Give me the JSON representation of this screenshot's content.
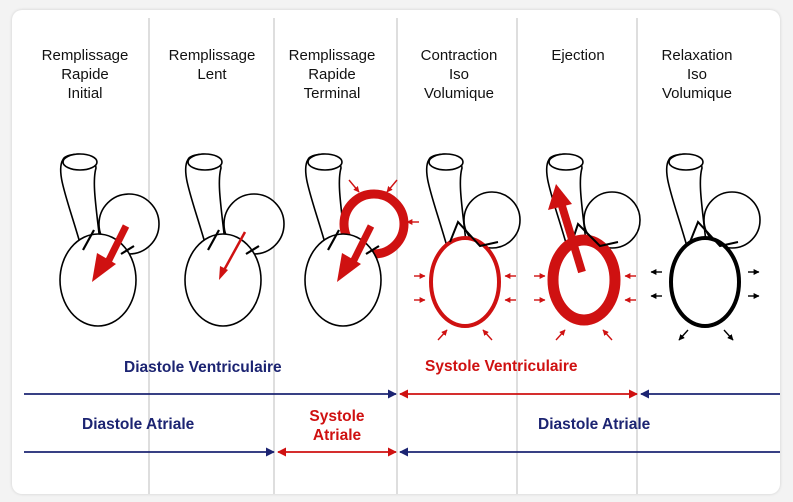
{
  "phases": [
    {
      "lines": [
        "Remplissage",
        "Rapide",
        "Initial"
      ]
    },
    {
      "lines": [
        "Remplissage",
        "Lent"
      ]
    },
    {
      "lines": [
        "Remplissage",
        "Rapide",
        "Terminal"
      ]
    },
    {
      "lines": [
        "Contraction",
        "Iso",
        "Volumique"
      ]
    },
    {
      "lines": [
        "Ejection"
      ]
    },
    {
      "lines": [
        "Relaxation",
        "Iso",
        "Volumique"
      ]
    }
  ],
  "ventricular": {
    "diastole": "Diastole Ventriculaire",
    "systole": "Systole Ventriculaire"
  },
  "atrial": {
    "diastole_left": "Diastole Atriale",
    "systole_line1": "Systole",
    "systole_line2": "Atriale",
    "diastole_right": "Diastole Atriale"
  },
  "colors": {
    "navy": "#1c2472",
    "red": "#cf1111",
    "divider": "#c8c8c8"
  }
}
